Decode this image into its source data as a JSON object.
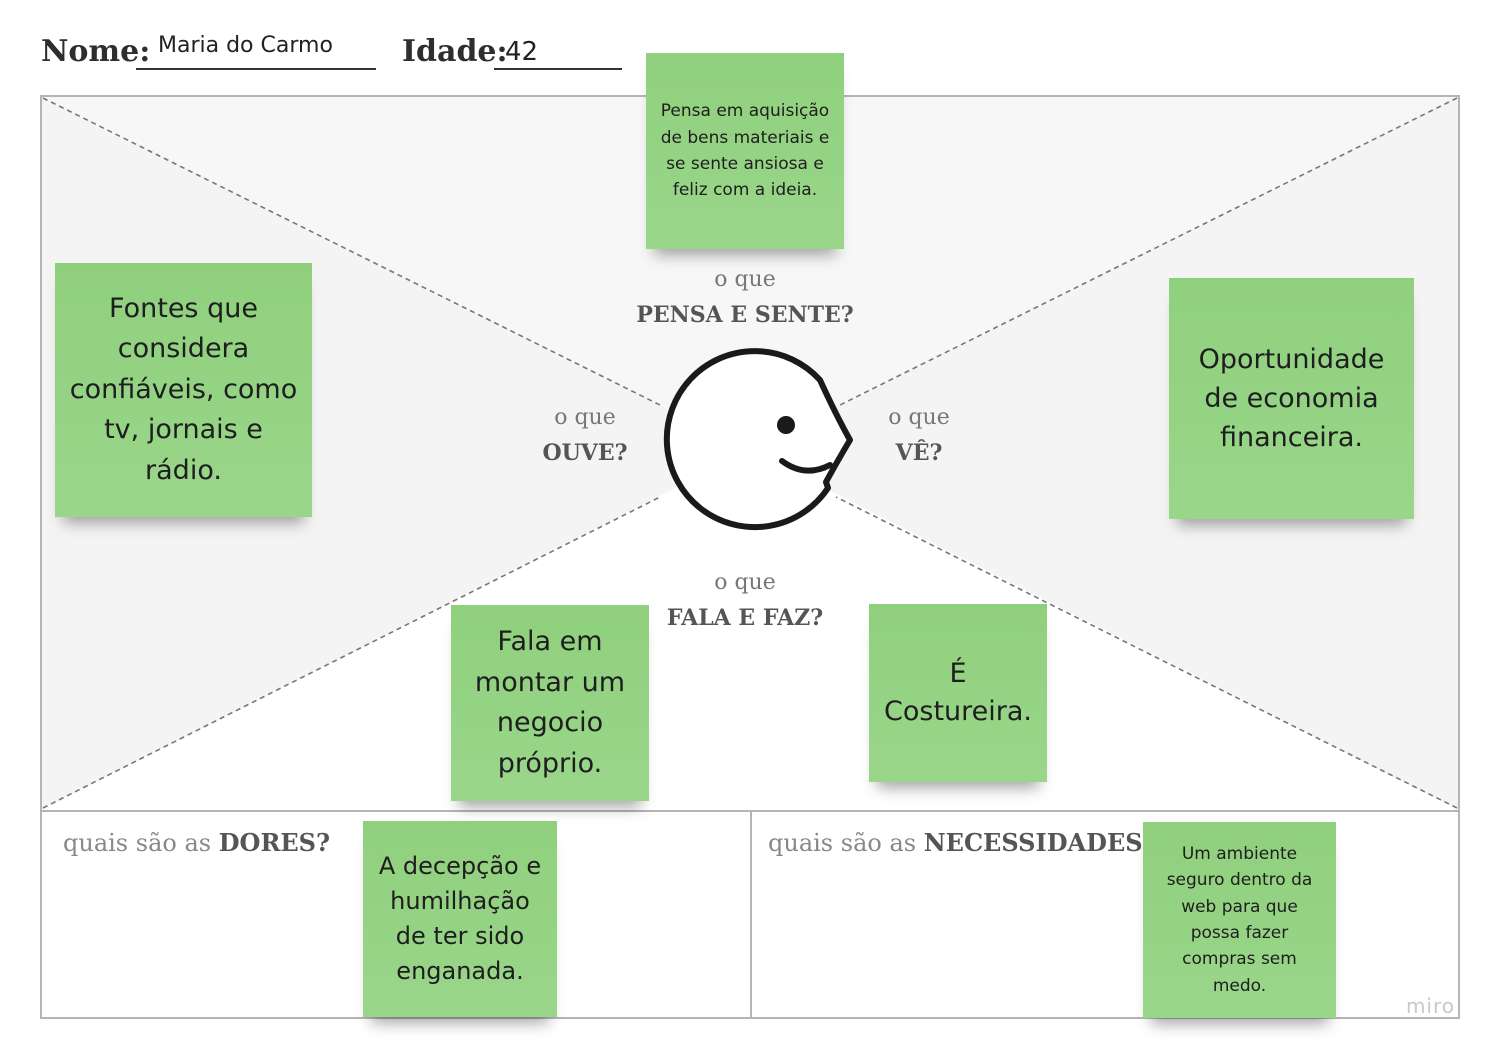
{
  "header": {
    "name_label": "Nome:",
    "name_value": "Maria do Carmo",
    "age_label": "Idade:",
    "age_value": "42"
  },
  "quadrants": {
    "top": {
      "prefix": "o que",
      "title": "PENSA E SENTE?"
    },
    "left": {
      "prefix": "o que",
      "title": "OUVE?"
    },
    "right": {
      "prefix": "o que",
      "title": "VÊ?"
    },
    "bottom": {
      "prefix": "o que",
      "title": "FALA E FAZ?"
    }
  },
  "bottom_sections": {
    "pains": {
      "prefix": "quais são as",
      "title": "DORES?"
    },
    "needs": {
      "prefix": "quais são as",
      "title": "NECESSIDADES?"
    }
  },
  "stickies": {
    "thinks": "Pensa em aquisição de bens materiais e se sente ansiosa e feliz com a ideia.",
    "hears": "Fontes que considera confiáveis, como tv, jornais e rádio.",
    "sees": "Oportunidade de economia financeira.",
    "says": "Fala em montar um negocio próprio.",
    "does": "É Costureira.",
    "pains": "A decepção e humilhação de ter sido enganada.",
    "needs": "Um ambiente seguro dentro da web para que possa fazer compras sem medo."
  },
  "watermark": "miro",
  "colors": {
    "sticky": "#94d382",
    "board_fill": "#f7f7f7",
    "border": "#b5b5b5"
  }
}
